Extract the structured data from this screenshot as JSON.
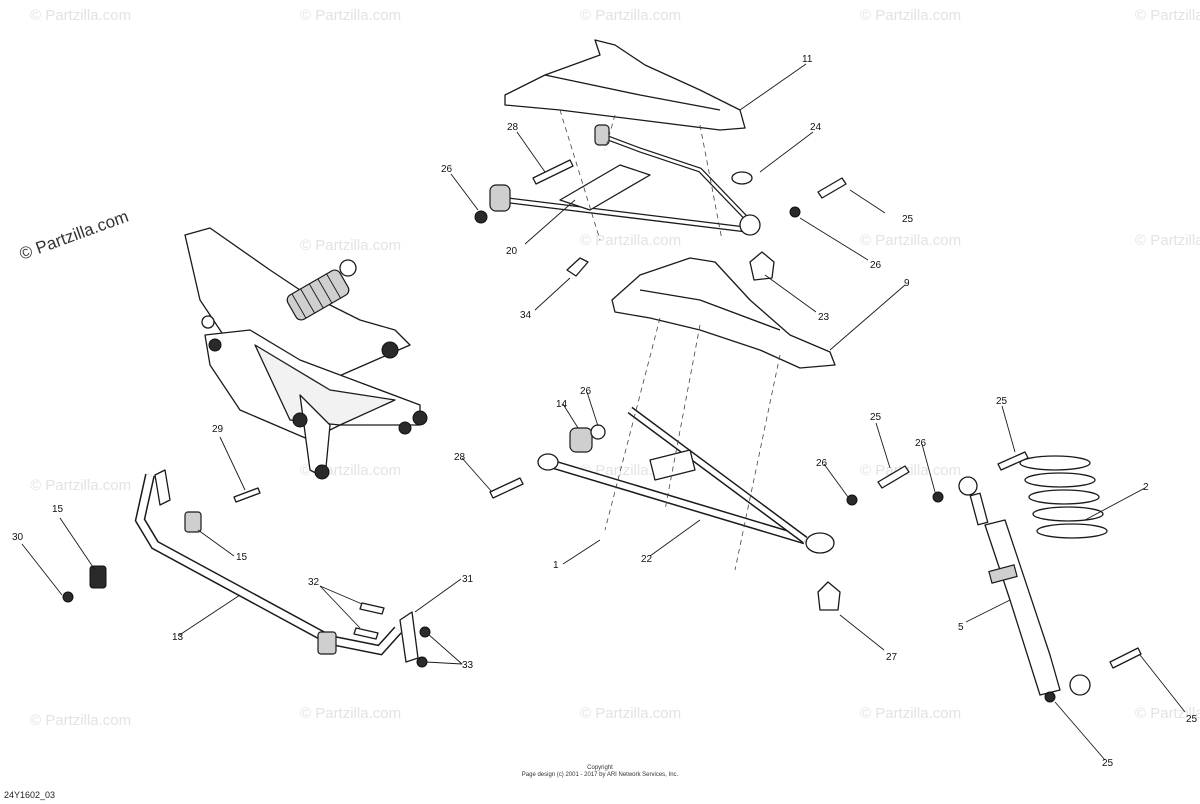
{
  "watermark": {
    "text": "© Partzilla.com"
  },
  "footer": {
    "copyright_title": "Copyright",
    "copyright_line": "Page design (c) 2001 - 2017 by ARI Network Services, Inc.",
    "diagram_id": "24Y1602_03"
  },
  "callouts": {
    "c1": "1",
    "c2": "2",
    "c5": "5",
    "c9": "9",
    "c11": "11",
    "c13": "13",
    "c14": "14",
    "c15a": "15",
    "c15b": "15",
    "c20": "20",
    "c22": "22",
    "c23": "23",
    "c24": "24",
    "c25a": "25",
    "c25b": "25",
    "c25c": "25",
    "c25d": "25",
    "c25e": "25",
    "c26a": "26",
    "c26b": "26",
    "c26c": "26",
    "c26d": "26",
    "c26e": "26",
    "c27": "27",
    "c28a": "28",
    "c28b": "28",
    "c29": "29",
    "c30": "30",
    "c31": "31",
    "c32": "32",
    "c33": "33",
    "c34": "34"
  }
}
